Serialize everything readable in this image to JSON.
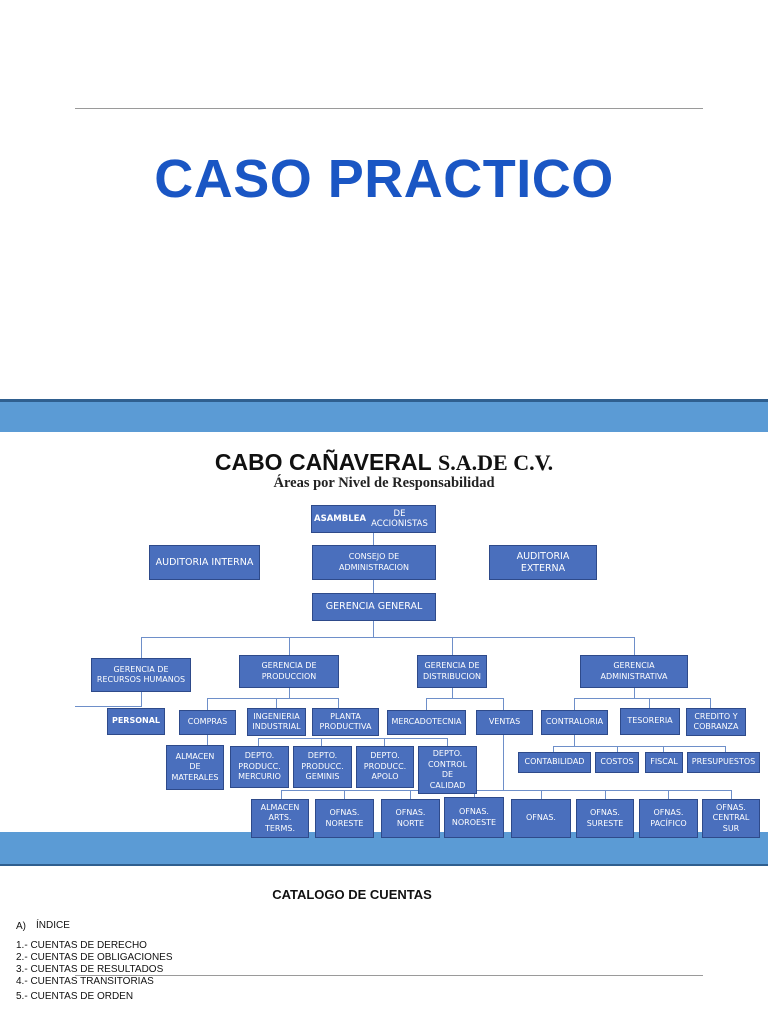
{
  "slide1": {
    "title": "CASO PRACTICO"
  },
  "chart": {
    "company_name": "CABO CAÑAVERAL",
    "company_suffix": "S.A.DE C.V.",
    "subtitle": "Áreas por Nivel de Responsabilidad",
    "top": {
      "asamblea_bold": "ASAMBLEA",
      "asamblea_rest": " DE ACCIONISTAS",
      "auditoria_interna": "AUDITORIA INTERNA",
      "consejo": "CONSEJO DE\nADMINISTRACION",
      "auditoria_externa": "AUDITORIA\nEXTERNA",
      "gerencia_general": "GERENCIA GENERAL"
    },
    "gerencias": {
      "rh": "Gerencia de\nrecursos humanos",
      "produccion": "Gerencia de\nproduccion",
      "distribucion": "Gerencia de\ndistribucion",
      "administrativa": "Gerencia\nadministrativa"
    },
    "departments": {
      "personal": "Personal",
      "compras": "compras",
      "ingenieria": "Ingenieria\nindustrial",
      "planta": "planta\nproductiva",
      "mercadotecnia": "mercadotecnia",
      "ventas": "ventas",
      "contraloria": "contraloria",
      "tesoreria": "tesoreria",
      "credito": "credito y\ncobranza"
    },
    "sub_units": {
      "almacen_materiales": "almacen\nde\nmaterales",
      "depto_mercurio": "depto.\nproducc.\nmercurio",
      "depto_geminis": "depto.\nproducc.\ngeminis",
      "depto_apolo": "depto.\nproducc.\napolo",
      "depto_calidad": "depto.\ncontrol\nde\ncalidad",
      "contabilidad": "contabilidad",
      "costos": "costos",
      "fiscal": "fiscal",
      "presupuestos": "presupuestos"
    },
    "ofnas": {
      "almacen_arts": "almacen\narts.\nterms.",
      "noreste": "ofnas.\nnoreste",
      "norte": "ofnas.\nnorte",
      "noroeste": "ofnas.\nnoroeste",
      "ofnas": "ofnas.",
      "sureste": "ofnas.\nsureste",
      "pacifico": "ofnas.\npacífico",
      "central_sur": "ofnas.\ncentral\nsur"
    }
  },
  "catalog": {
    "title": "CATALOGO DE CUENTAS",
    "section_a": "A)",
    "section_a_label": "Índice",
    "items": [
      "1.- CUENTAS DE DERECHO",
      "2.- CUENTAS DE OBLIGACIONES",
      "3.- CUENTAS DE RESULTADOS",
      "4.- CUENTAS TRANSITORIAS",
      "5.- CUENTAS DE ORDEN"
    ]
  }
}
